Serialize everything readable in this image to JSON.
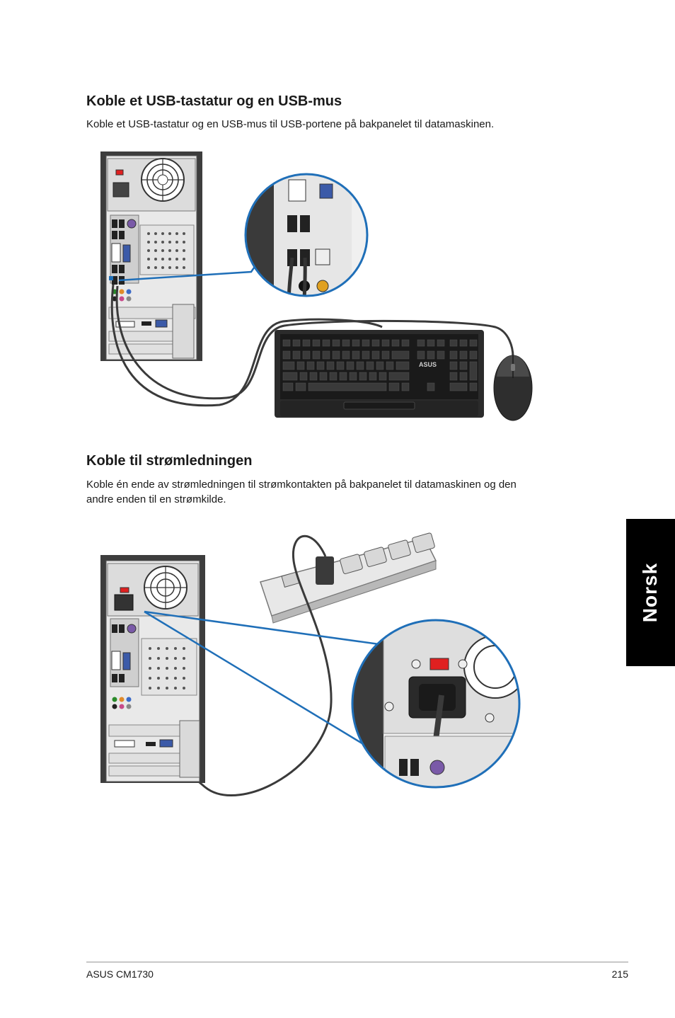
{
  "section1": {
    "heading": "Koble et USB-tastatur og en USB-mus",
    "text": "Koble et USB-tastatur og en USB-mus til USB-portene på bakpanelet til datamaskinen."
  },
  "section2": {
    "heading": "Koble til strømledningen",
    "text_line1": "Koble én ende av strømledningen til strømkontakten på bakpanelet til datamaskinen og den",
    "text_line2": "andre enden til en strømkilde."
  },
  "sidebar": {
    "language_tab": "Norsk"
  },
  "figure1": {
    "keyboard_logo": "ASUS"
  },
  "footer": {
    "model": "ASUS CM1730",
    "page_number": "215"
  },
  "colors": {
    "callout_blue": "#1f6fb8",
    "tab_black": "#000000",
    "power_switch_red": "#e02020"
  }
}
